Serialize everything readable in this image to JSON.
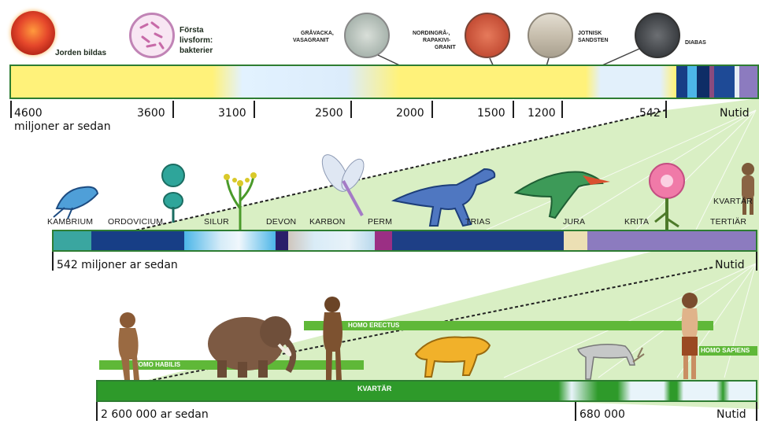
{
  "top": {
    "events": {
      "earth": "Jorden bildas",
      "life_line1": "Första",
      "life_line2": "livsform:",
      "life_line3": "bakterier"
    },
    "rocks": [
      {
        "line1": "GRÅVACKA,",
        "line2": "VASAGRANIT",
        "line3": ""
      },
      {
        "line1": "NORDINGRÅ-,",
        "line2": "RAPAKIVI-",
        "line3": "GRANIT"
      },
      {
        "line1": "JOTNISK",
        "line2": "SANDSTEN",
        "line3": ""
      },
      {
        "line1": "DIABAS",
        "line2": "",
        "line3": ""
      }
    ],
    "ticks": [
      "4600",
      "3600",
      "3100",
      "2500",
      "2000",
      "1500",
      "1200",
      "542",
      "Nutid"
    ],
    "unit": "miljoner ar sedan"
  },
  "middle": {
    "periods": [
      "KAMBRIUM",
      "ORDOVICIUM",
      "SILUR",
      "DEVON",
      "KARBON",
      "PERM",
      "TRIAS",
      "JURA",
      "KRITA"
    ],
    "kvartar": "KVARTÄR",
    "tertiar": "TERTIÄR",
    "start": "542 miljoner ar sedan",
    "end": "Nutid"
  },
  "bottom": {
    "species": [
      "HOMO HABILIS",
      "HOMO ERECTUS",
      "HOMO SAPIENS"
    ],
    "bar_label": "KVARTÄR",
    "start": "2 600 000 ar sedan",
    "mid": "680 000",
    "end": "Nutid"
  },
  "colors": {
    "green": "#5fb838",
    "light_green": "#c8e6a8",
    "yellow": "#fff27a",
    "navy": "#173e86",
    "purple": "#8c7bbf",
    "teal": "#3aa6a0"
  }
}
